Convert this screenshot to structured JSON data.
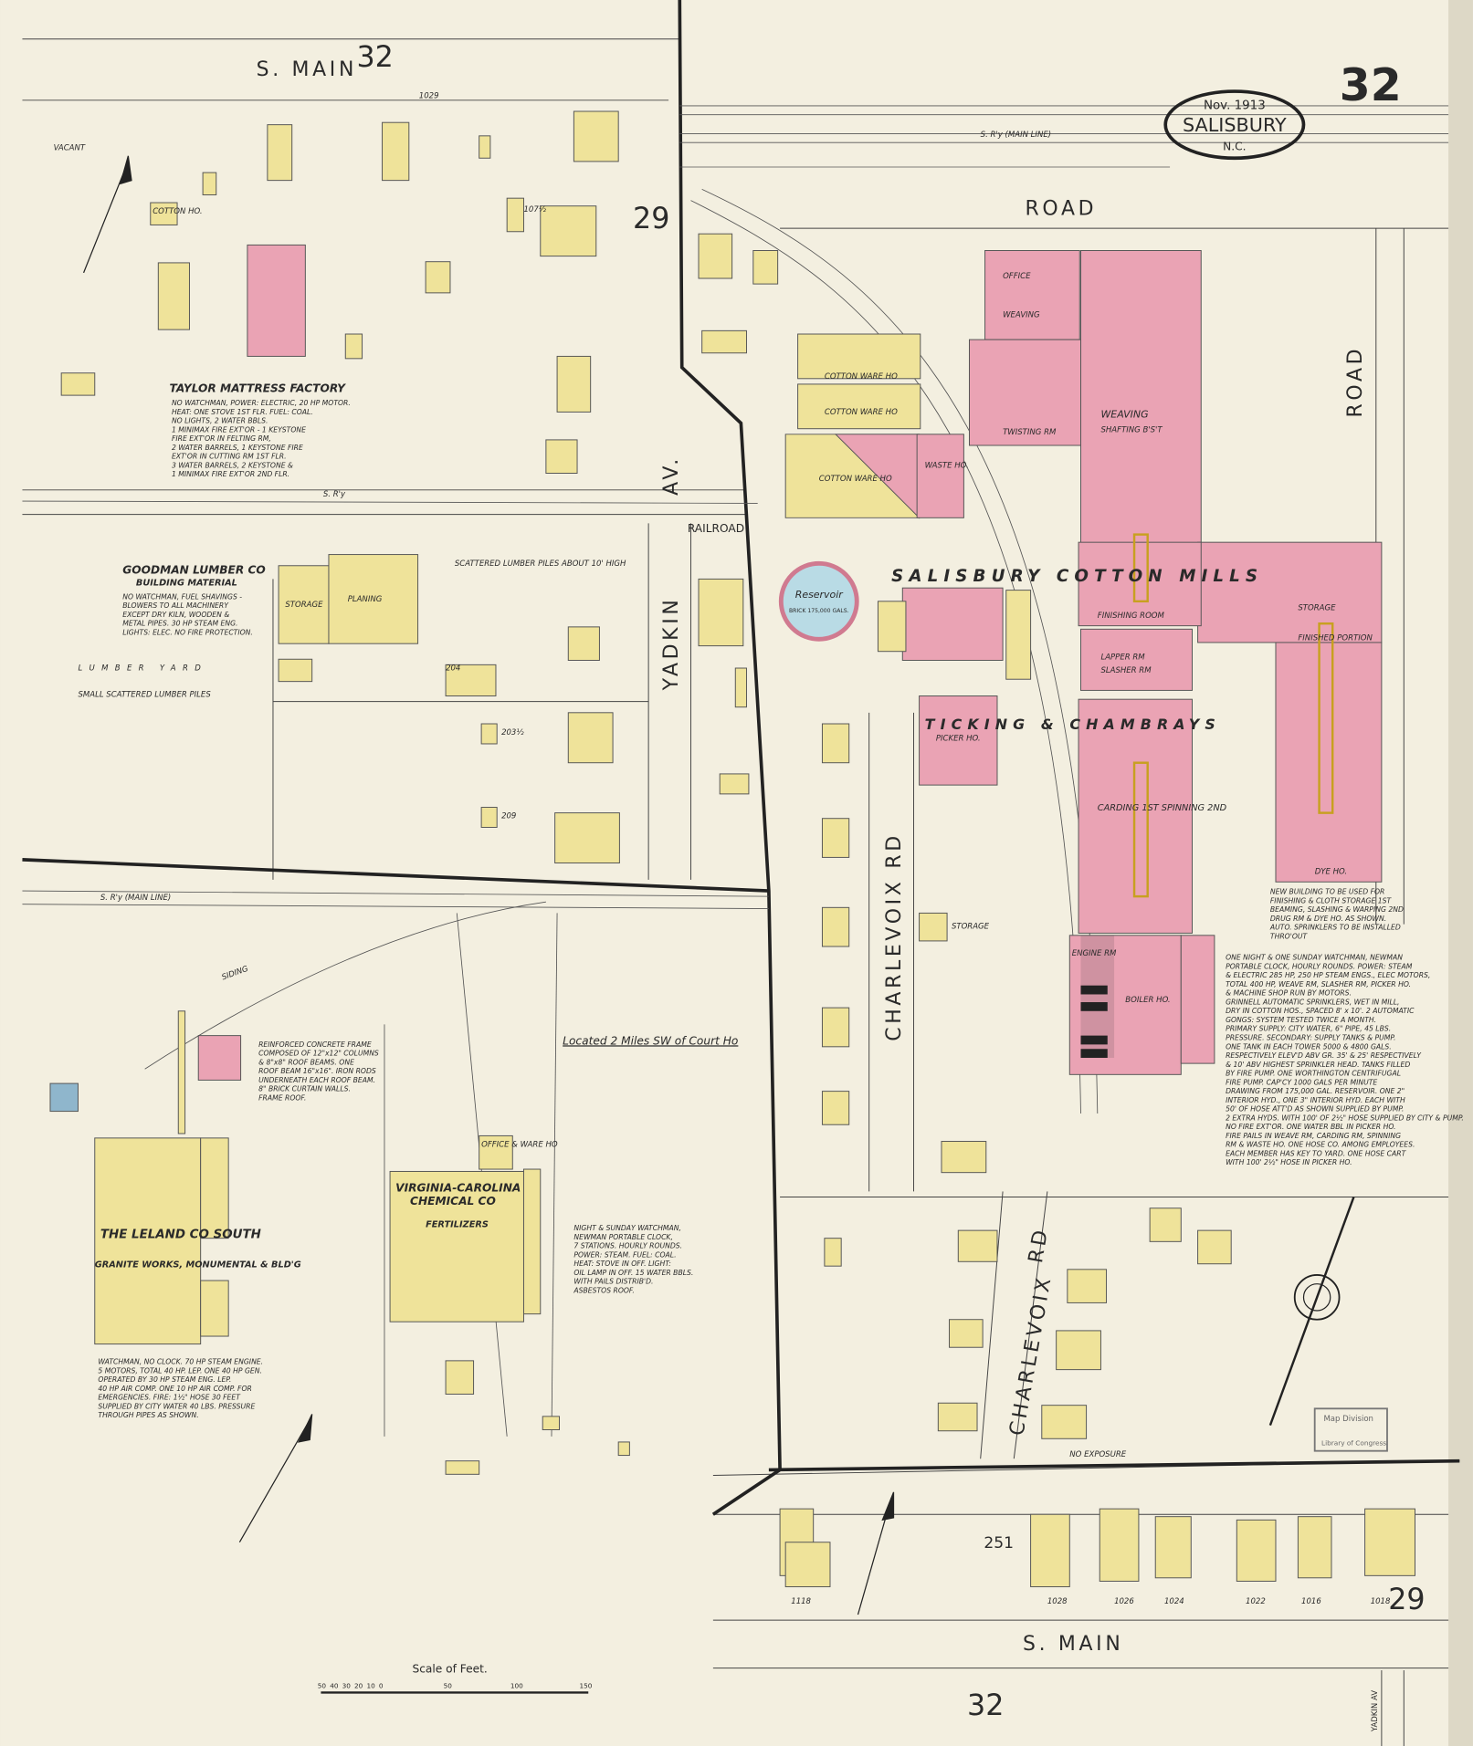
{
  "sheet": {
    "city": "SALISBURY",
    "state": "N.C.",
    "date": "Nov. 1913",
    "sheet_number": "32"
  },
  "colors": {
    "paper": "#f3efe0",
    "frame_brick": "#eaa3b4",
    "frame_wood": "#efe39a",
    "stone_concrete": "#8fb6cc"
  },
  "streets": {
    "top_main": "S. MAIN",
    "top_main_sheet": "32",
    "road_top": "ROAD",
    "road_right": "ROAD",
    "yadkin": "YADKIN",
    "yadkin_av": "AV.",
    "railroad": "RAILROAD",
    "charlevoix_1": "CHARLEVOIX",
    "charlevoix_1_rd": "RD",
    "charlevoix_2": "CHARLEVOIX",
    "charlevoix_2_rd": "RD",
    "bottom_main": "S. MAIN",
    "bottom_sheet": "32",
    "yadkin_av_corner": "YADKIN AV",
    "sry_main_line": "S. R'y (MAIN LINE)",
    "sry": "S. R'y",
    "sry_main_line_2": "S. R'y (MAIN LINE)",
    "siding": "SIDING",
    "no_exposure": "NO EXPOSURE"
  },
  "adjacent_sheets": {
    "right_top": "29",
    "right_bottom": "29",
    "block_251": "251"
  },
  "addresses": [
    "1029",
    "1018",
    "1026",
    "1024",
    "1022",
    "1016",
    "1028",
    "1118",
    "107½",
    "203½",
    "204",
    "209"
  ],
  "labels": {
    "vacant": "VACANT",
    "cotton_ho": "COTTON HO.",
    "taylor": "TAYLOR MATTRESS FACTORY",
    "goodman": "GOODMAN LUMBER CO",
    "goodman_sub": "BUILDING MATERIAL",
    "lumber_yard": "LUMBER YARD",
    "small_piles": "SMALL SCATTERED LUMBER PILES",
    "scattered_piles": "SCATTERED LUMBER PILES ABOUT 10' HIGH",
    "storage": "STORAGE",
    "planing": "PLANING",
    "reservoir": "Reservoir",
    "reservoir_sub": "BRICK 175,000 GALS.",
    "cotton_ware_1": "COTTON WARE HO",
    "cotton_ware_2": "COTTON WARE HO",
    "cotton_ware_3": "COTTON WARE HO",
    "waste": "WASTE HO.",
    "mills": "SALISBURY COTTON MILLS",
    "ticking": "TICKING & CHAMBRAYS",
    "office": "OFFICE",
    "weaving_1": "WEAVING",
    "weaving_2": "WEAVING",
    "shafting": "SHAFTING B'S'T",
    "twisting": "TWISTING RM",
    "finishing": "FINISHING ROOM",
    "lapper": "LAPPER RM",
    "slasher": "SLASHER RM",
    "picker": "PICKER HO.",
    "carding": "CARDING 1ST SPINNING 2ND",
    "engine": "ENGINE RM",
    "boiler": "BOILER HO.",
    "storage_mill": "STORAGE",
    "finished": "FINISHED PORTION",
    "dye": "DYE HO.",
    "located": "Located 2 Miles SW of Court Ho",
    "leland_1": "THE LELAND CO SOUTH",
    "leland_2": "GRANITE WORKS, MONUMENTAL & BLD'G",
    "virginia_1": "VIRGINIA-CAROLINA",
    "virginia_2": "CHEMICAL CO",
    "virginia_3": "FERTILIZERS",
    "office_ware": "OFFICE & WARE HO",
    "storage_28": "STORAGE",
    "stamp_1": "Map Division",
    "stamp_2": "Library of Congress",
    "scale_title": "Scale of Feet.",
    "scale_ticks": [
      "50",
      "40",
      "30",
      "20",
      "10",
      "0",
      "50",
      "100",
      "150"
    ]
  },
  "notes": {
    "taylor": [
      "NO WATCHMAN, POWER: ELECTRIC, 20 HP MOTOR.",
      "HEAT: ONE STOVE 1ST FLR. FUEL: COAL.",
      "NO LIGHTS, 2 WATER BBLS.",
      "1 MINIMAX FIRE EXT'OR - 1 KEYSTONE",
      "FIRE EXT'OR IN FELTING RM,",
      "2 WATER BARRELS, 1 KEYSTONE FIRE",
      "EXT'OR IN CUTTING RM 1ST FLR.",
      "3 WATER BARRELS, 2 KEYSTONE &",
      "1 MINIMAX FIRE EXT'OR 2ND FLR."
    ],
    "goodman": [
      "NO WATCHMAN, FUEL SHAVINGS -",
      "BLOWERS TO ALL MACHINERY",
      "EXCEPT DRY KILN, WOODEN &",
      "METAL PIPES. 30 HP STEAM ENG.",
      "LIGHTS: ELEC. NO FIRE PROTECTION."
    ],
    "new_building": [
      "NEW BUILDING TO BE USED FOR",
      "FINISHING & CLOTH STORAGE 1ST",
      "BEAMING, SLASHING & WARPING 2ND",
      "DRUG RM & DYE HO. AS SHOWN.",
      "AUTO. SPRINKLERS TO BE INSTALLED",
      "THRO'OUT"
    ],
    "mills": [
      "ONE NIGHT & ONE SUNDAY WATCHMAN, NEWMAN",
      "PORTABLE CLOCK, HOURLY ROUNDS. POWER: STEAM",
      "& ELECTRIC 285 HP, 250 HP STEAM ENGS., ELEC MOTORS,",
      "TOTAL 400 HP, WEAVE RM, SLASHER RM, PICKER HO.",
      "& MACHINE SHOP RUN BY MOTORS.",
      "GRINNELL AUTOMATIC SPRINKLERS, WET IN MILL,",
      "DRY IN COTTON HOS., SPACED 8' x 10'. 2 AUTOMATIC",
      "GONGS: SYSTEM TESTED TWICE A MONTH.",
      "PRIMARY SUPPLY: CITY WATER, 6\" PIPE, 45 LBS.",
      "PRESSURE. SECONDARY: SUPPLY TANKS & PUMP.",
      "ONE TANK IN EACH TOWER 5000 & 4800 GALS.",
      "RESPECTIVELY ELEV'D ABV GR. 35' & 25' RESPECTIVELY",
      "& 10' ABV HIGHEST SPRINKLER HEAD. TANKS FILLED",
      "BY FIRE PUMP. ONE WORTHINGTON CENTRIFUGAL",
      "FIRE PUMP. CAP'CY 1000 GALS PER MINUTE",
      "DRAWING FROM 175,000 GAL. RESERVOIR. ONE 2\"",
      "INTERIOR HYD., ONE 3\" INTERIOR HYD. EACH WITH",
      "50' OF HOSE ATT'D AS SHOWN SUPPLIED BY PUMP.",
      "2 EXTRA HYDS. WITH 100' OF 2½\" HOSE SUPPLIED BY CITY & PUMP.",
      "NO FIRE EXT'OR. ONE WATER BBL IN PICKER HO.",
      "FIRE PAILS IN WEAVE RM, CARDING RM, SPINNING",
      "RM & WASTE HO. ONE HOSE CO. AMONG EMPLOYEES.",
      "EACH MEMBER HAS KEY TO YARD. ONE HOSE CART",
      "WITH 100' 2½\" HOSE IN PICKER HO."
    ],
    "leland": [
      "WATCHMAN, NO CLOCK. 70 HP STEAM ENGINE.",
      "5 MOTORS, TOTAL 40 HP. LEP. ONE 40 HP GEN.",
      "OPERATED BY 30 HP STEAM ENG. LEP.",
      "40 HP AIR COMP. ONE 10 HP AIR COMP. FOR",
      "EMERGENCIES. FIRE: 1½\" HOSE 30 FEET",
      "SUPPLIED BY CITY WATER 40 LBS. PRESSURE",
      "THROUGH PIPES AS SHOWN."
    ],
    "virginia": [
      "NIGHT & SUNDAY WATCHMAN,",
      "NEWMAN PORTABLE CLOCK,",
      "7 STATIONS. HOURLY ROUNDS.",
      "POWER: STEAM. FUEL: COAL.",
      "HEAT: STOVE IN OFF. LIGHT:",
      "OIL LAMP IN OFF. 15 WATER BBLS.",
      "WITH PAILS DISTRIB'D.",
      "ASBESTOS ROOF."
    ],
    "concrete": [
      "REINFORCED CONCRETE FRAME",
      "COMPOSED OF 12\"x12\" COLUMNS",
      "& 8\"x8\" ROOF BEAMS. ONE",
      "ROOF BEAM 16\"x16\". IRON RODS",
      "UNDERNEATH EACH ROOF BEAM.",
      "8\" BRICK CURTAIN WALLS.",
      "FRAME ROOF."
    ]
  }
}
